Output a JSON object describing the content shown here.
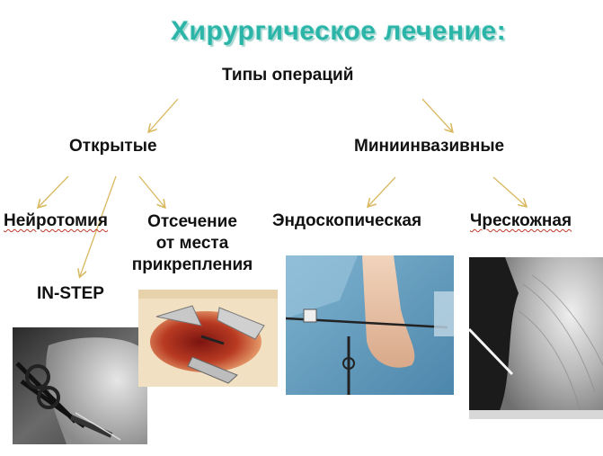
{
  "title": "Хирургическое лечение:",
  "root": "Типы операций",
  "branches": {
    "open": "Открытые",
    "mini": "Миниинвазивные"
  },
  "leaves": {
    "neurotomy": "Нейротомия",
    "detach_line1": "Отсечение",
    "detach_line2": "от места",
    "detach_line3": "прикрепления",
    "instep": "IN-STEP",
    "endoscopic": "Эндоскопическая",
    "percutaneous": "Чрескожная"
  },
  "colors": {
    "title": "#2bb5a8",
    "arrow": "#d9b860"
  }
}
